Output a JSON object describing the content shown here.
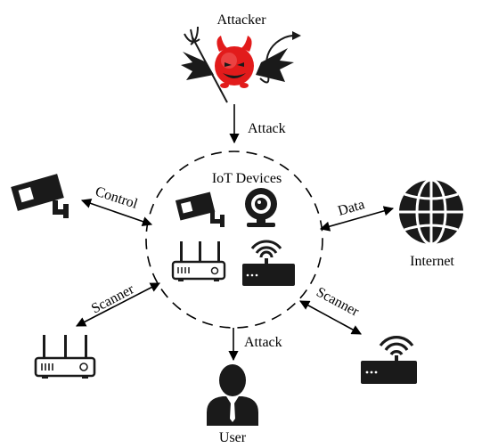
{
  "labels": {
    "attacker": "Attacker",
    "attack_top": "Attack",
    "iot_devices": "IoT Devices",
    "control": "Control",
    "data": "Data",
    "internet": "Internet",
    "scanner_left": "Scanner",
    "scanner_right": "Scanner",
    "attack_bottom": "Attack",
    "user": "User"
  },
  "icons": {
    "attacker": "devil-icon",
    "camera_outside": "security-camera-icon",
    "camera_inside": "security-camera-icon",
    "webcam_inside": "webcam-icon",
    "router_inside": "router-icon",
    "wifi_box_inside": "wifi-router-icon",
    "globe": "globe-icon",
    "router_outside": "router-icon",
    "wifi_box_outside": "wifi-router-icon",
    "user": "user-icon"
  },
  "colors": {
    "devil": "#e21b1b",
    "device": "#1a1a1a",
    "line": "#000000"
  }
}
